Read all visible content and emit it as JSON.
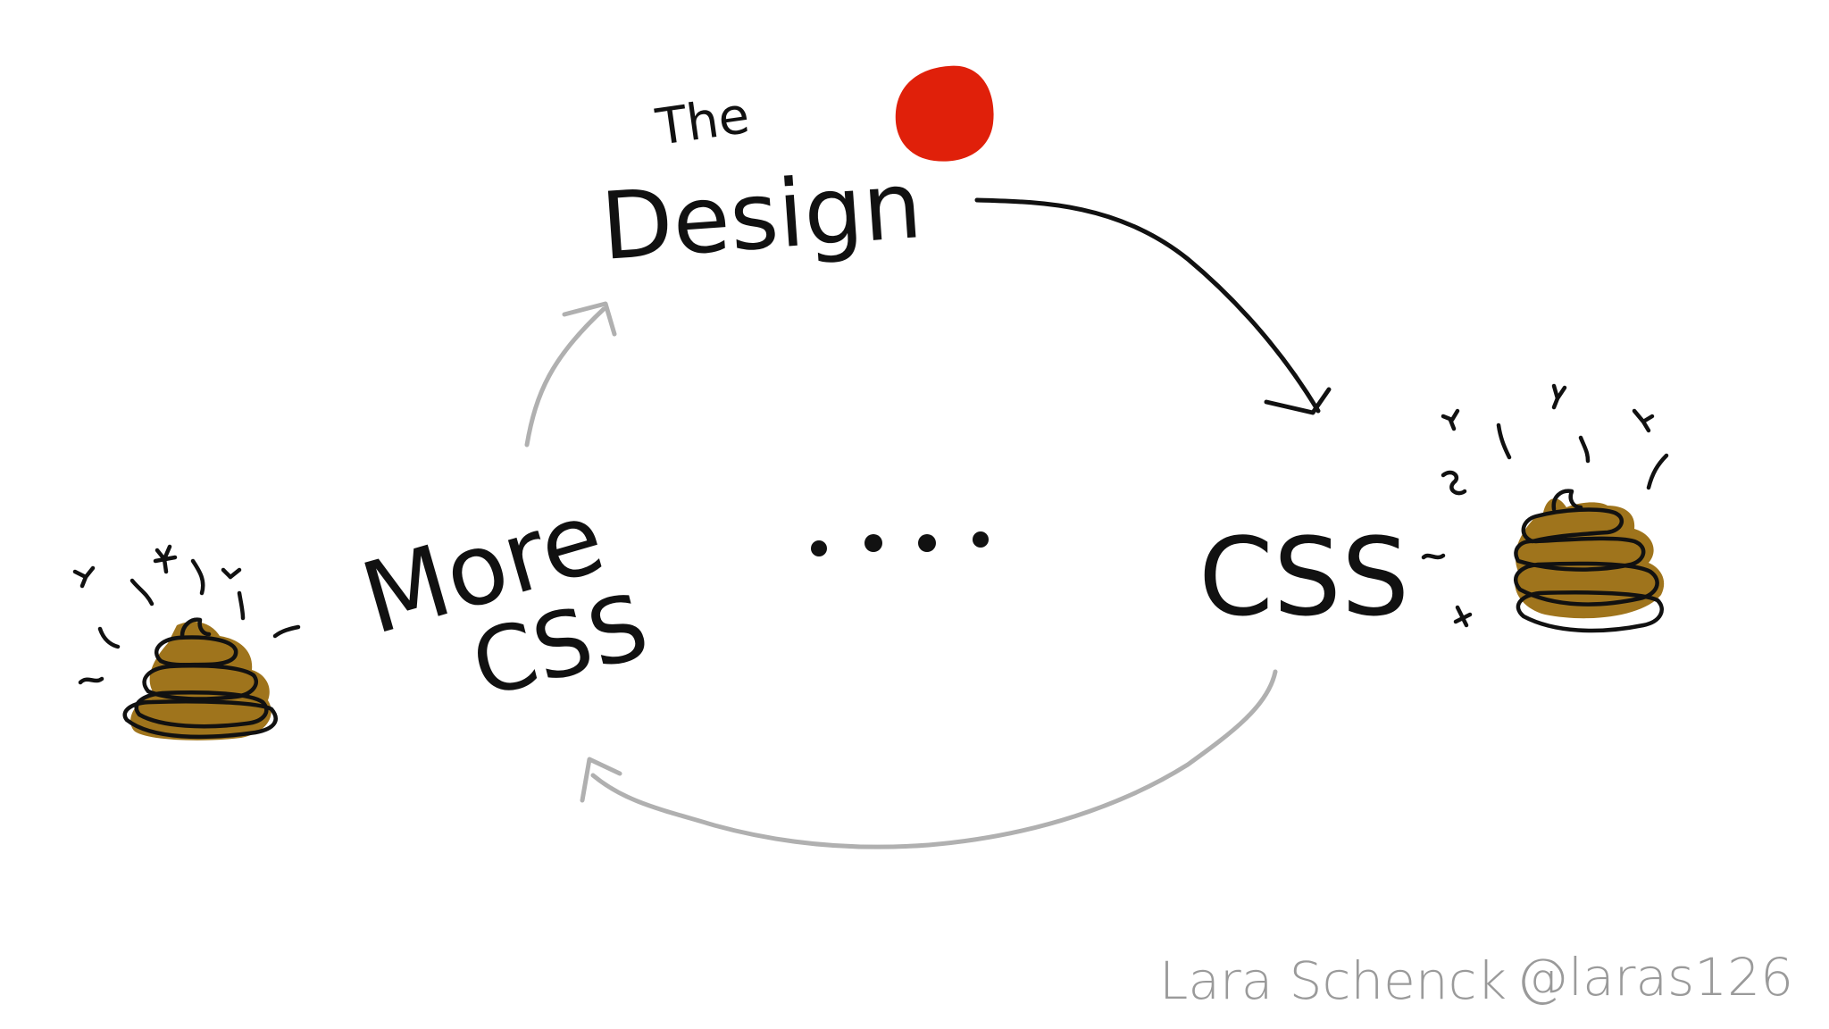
{
  "labels": {
    "the": "The",
    "design": "Design",
    "css": "CSS",
    "more": "More",
    "more_css": "CSS",
    "author": "Lara Schenck",
    "handle": "@laras126"
  },
  "colors": {
    "ink": "#111111",
    "arrow_gray": "#b0b0b0",
    "red_dot": "#e0200a",
    "poop": "#9a6d10",
    "credit": "#9a9a9a"
  },
  "icons": {
    "left": "poop-icon",
    "right": "poop-icon",
    "dot": "red-dot-icon"
  }
}
